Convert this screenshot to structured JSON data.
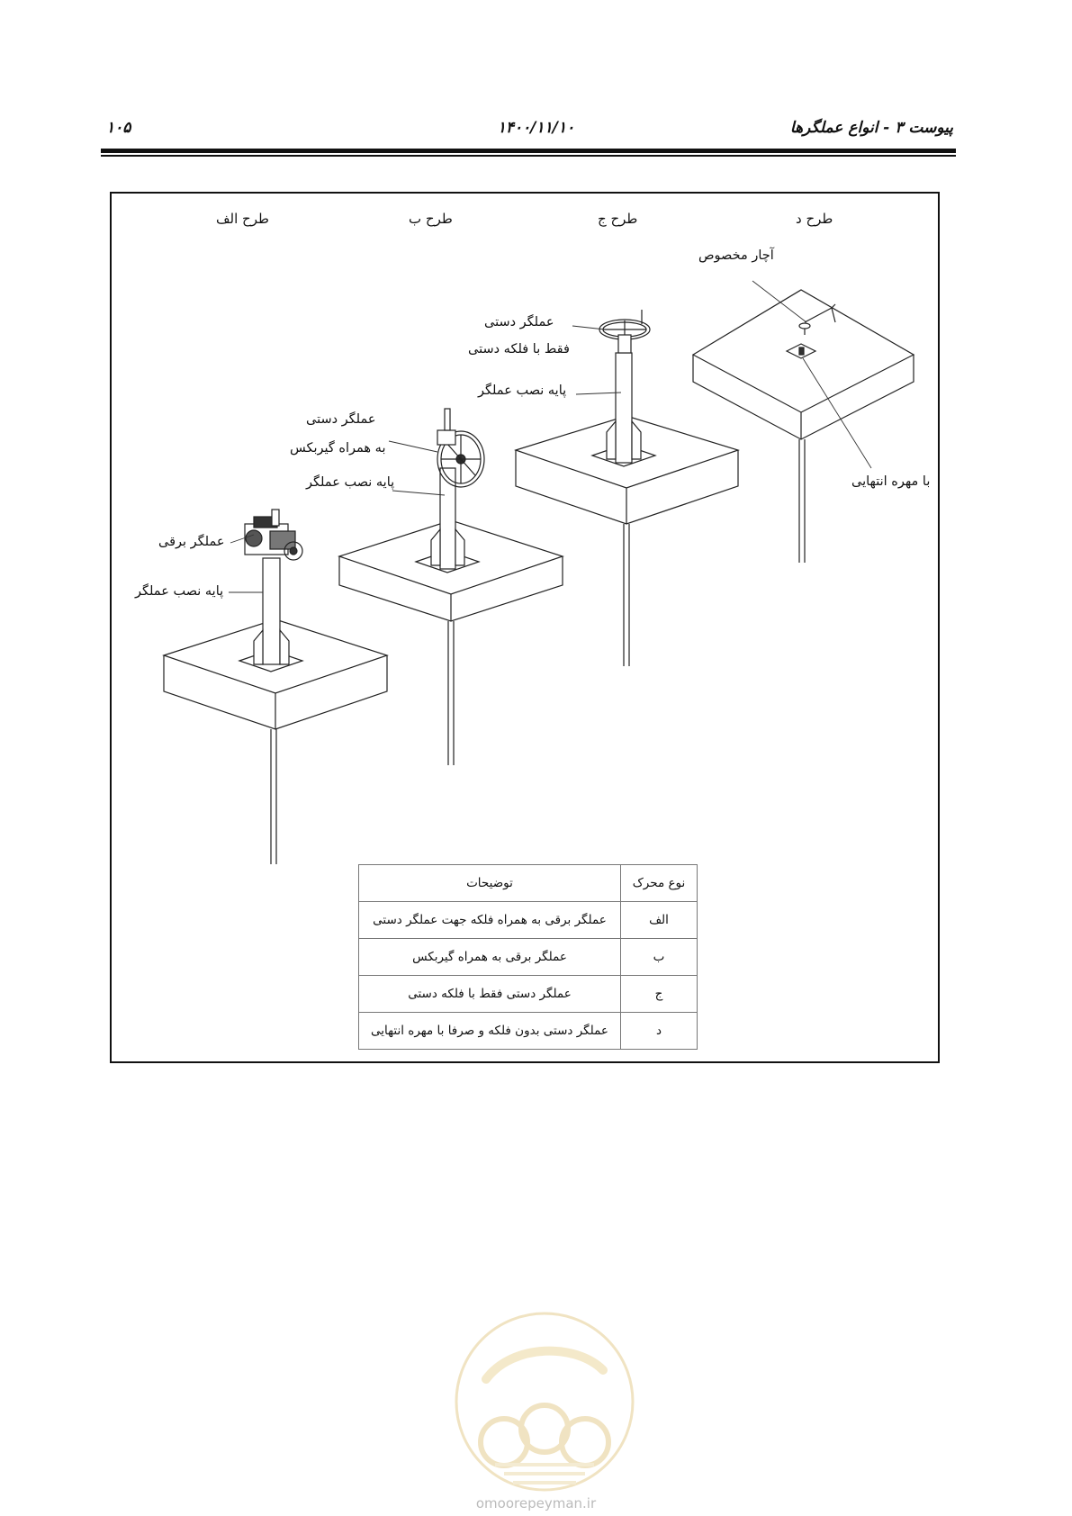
{
  "header": {
    "title": "پیوست ۳ - انواع عملگرها",
    "date": "۱۴۰۰/۱۱/۱۰",
    "page_number": "۱۰۵"
  },
  "designs": {
    "a": "طرح الف",
    "b": "طرح ب",
    "c": "طرح ج",
    "d": "طرح د"
  },
  "labels": {
    "a_actuator": "عملگر برقی",
    "a_stand": "پایه نصب عملگر",
    "b_actuator_line1": "عملگر دستی",
    "b_actuator_line2": "به همراه گیربکس",
    "b_stand": "پایه نصب عملگر",
    "c_actuator_line1": "عملگر دستی",
    "c_actuator_line2": "فقط با فلکه دستی",
    "c_stand": "پایه نصب عملگر",
    "d_wrench": "آچار مخصوص",
    "d_nut": "با مهره انتهایی"
  },
  "table": {
    "headers": {
      "type": "نوع محرک",
      "desc": "توضیحات"
    },
    "rows": [
      {
        "type": "الف",
        "desc": "عملگر برقی به همراه فلکه جهت عملگر دستی"
      },
      {
        "type": "ب",
        "desc": "عملگر برقی به همراه گیربکس"
      },
      {
        "type": "ج",
        "desc": "عملگر دستی فقط با فلکه دستی"
      },
      {
        "type": "د",
        "desc": "عملگر دستی بدون فلکه و صرفا با مهره انتهایی"
      }
    ]
  },
  "watermark": {
    "url": "omoorepeyman.ir"
  }
}
